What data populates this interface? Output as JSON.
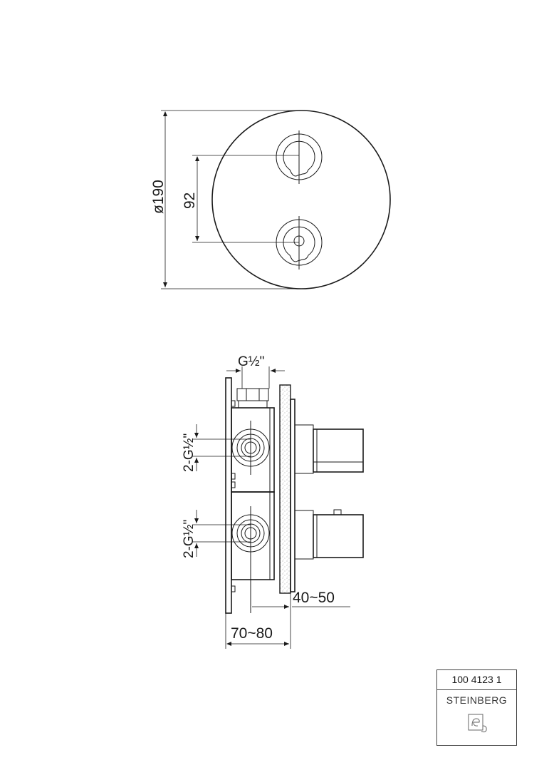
{
  "front_view": {
    "diameter_label": "ø190",
    "spacing_label": "92"
  },
  "section_view": {
    "top_thread_label": "G½\"",
    "upper_thread_label": "2-G½\"",
    "lower_thread_label": "2-G½\"",
    "depth_label_small": "40~50",
    "depth_label_large": "70~80"
  },
  "title_block": {
    "code": "100 4123 1",
    "brand": "STEINBERG",
    "logo_icon": "steinberg-logo-icon"
  }
}
